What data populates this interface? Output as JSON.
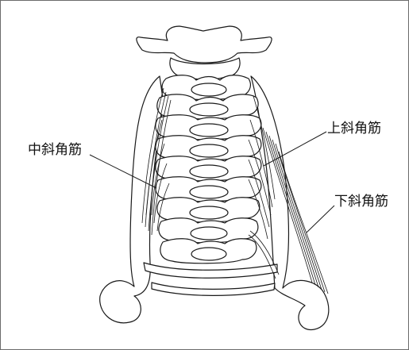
{
  "labels": {
    "middle_scalene": "中斜角筋",
    "anterior_scalene": "上斜角筋",
    "posterior_scalene": "下斜角筋"
  },
  "colors": {
    "line": "#1a1a1a",
    "border": "#6b6b6b",
    "background": "#ffffff"
  }
}
